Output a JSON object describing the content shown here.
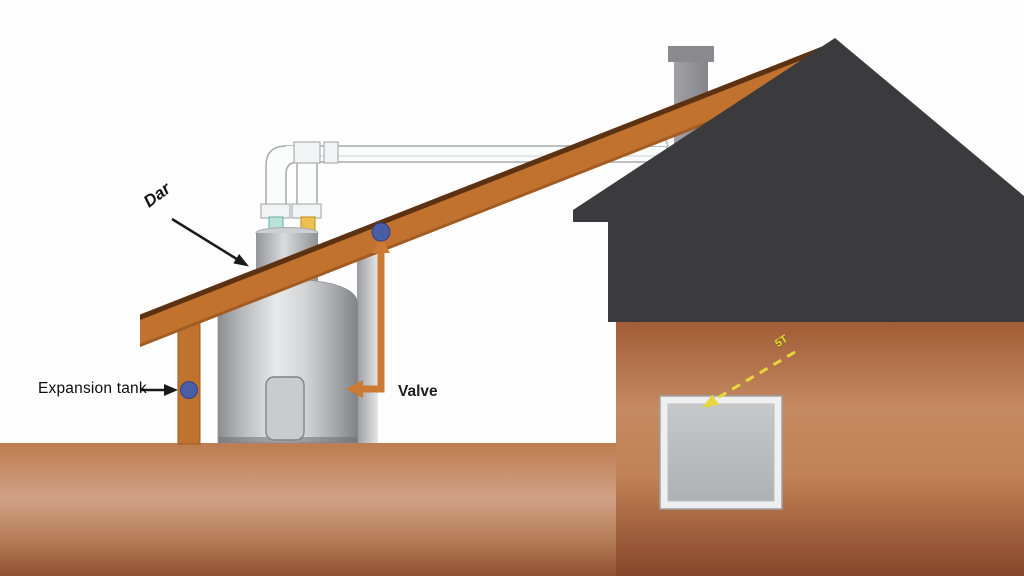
{
  "diagram": {
    "description": "Cutaway illustration of a water heater with lean-to rafter, expansion tank post, valve line, and house with roof, chimney and basement window",
    "labels": {
      "rafter": "Dar",
      "expansion_tank": "Expansion tank",
      "valve": "Valve",
      "window_note": "5T"
    },
    "colors": {
      "beam_orange": "#c1722e",
      "beam_edge_brown": "#5c3213",
      "roof_gray": "#3b3b3d",
      "chimney_gray": "#96969a",
      "ground_tan": "#c07c50",
      "wall_brown": "#a05c36",
      "tank_gray": "#d8dadc",
      "marker_blue": "#4a5ea8",
      "valve_arrow_orange": "#ca7a33",
      "dashed_arrow_yellow": "#e7d63c",
      "pipe_white": "#fbfcfc",
      "teal_fitting": "#b8e2da",
      "yellow_fitting": "#eec052"
    }
  }
}
